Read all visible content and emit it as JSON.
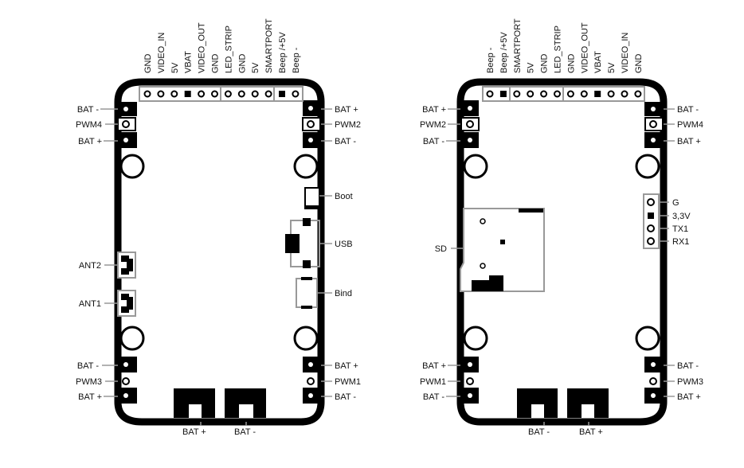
{
  "front": {
    "top_pins": [
      "GND",
      "VIDEO_IN",
      "5V",
      "VBAT",
      "VIDEO_OUT",
      "GND",
      "LED_STRIP",
      "GND",
      "5V",
      "SMARTPORT",
      "Beep /+5V",
      "Beep -"
    ],
    "left_top": [
      "BAT -",
      "PWM4",
      "BAT +"
    ],
    "right_top": [
      "BAT +",
      "PWM2",
      "BAT -"
    ],
    "left_bottom": [
      "BAT -",
      "PWM3",
      "BAT +"
    ],
    "right_bottom": [
      "BAT +",
      "PWM1",
      "BAT -"
    ],
    "ant2": "ANT2",
    "ant1": "ANT1",
    "boot": "Boot",
    "usb": "USB",
    "bind": "Bind",
    "bottom_pads": [
      "BAT +",
      "BAT -"
    ]
  },
  "back": {
    "top_pins": [
      "Beep -",
      "Beep /+5V",
      "SMARTPORT",
      "5V",
      "GND",
      "LED_STRIP",
      "GND",
      "VIDEO_OUT",
      "VBAT",
      "5V",
      "VIDEO_IN",
      "GND"
    ],
    "left_top": [
      "BAT +",
      "PWM2",
      "BAT -"
    ],
    "right_top": [
      "BAT -",
      "PWM4",
      "BAT +"
    ],
    "left_bottom": [
      "BAT +",
      "PWM1",
      "BAT -"
    ],
    "right_bottom": [
      "BAT -",
      "PWM3",
      "BAT +"
    ],
    "sd": "SD",
    "uart": [
      "G",
      "3,3V",
      "TX1",
      "RX1"
    ],
    "bottom_pads": [
      "BAT -",
      "BAT +"
    ]
  }
}
